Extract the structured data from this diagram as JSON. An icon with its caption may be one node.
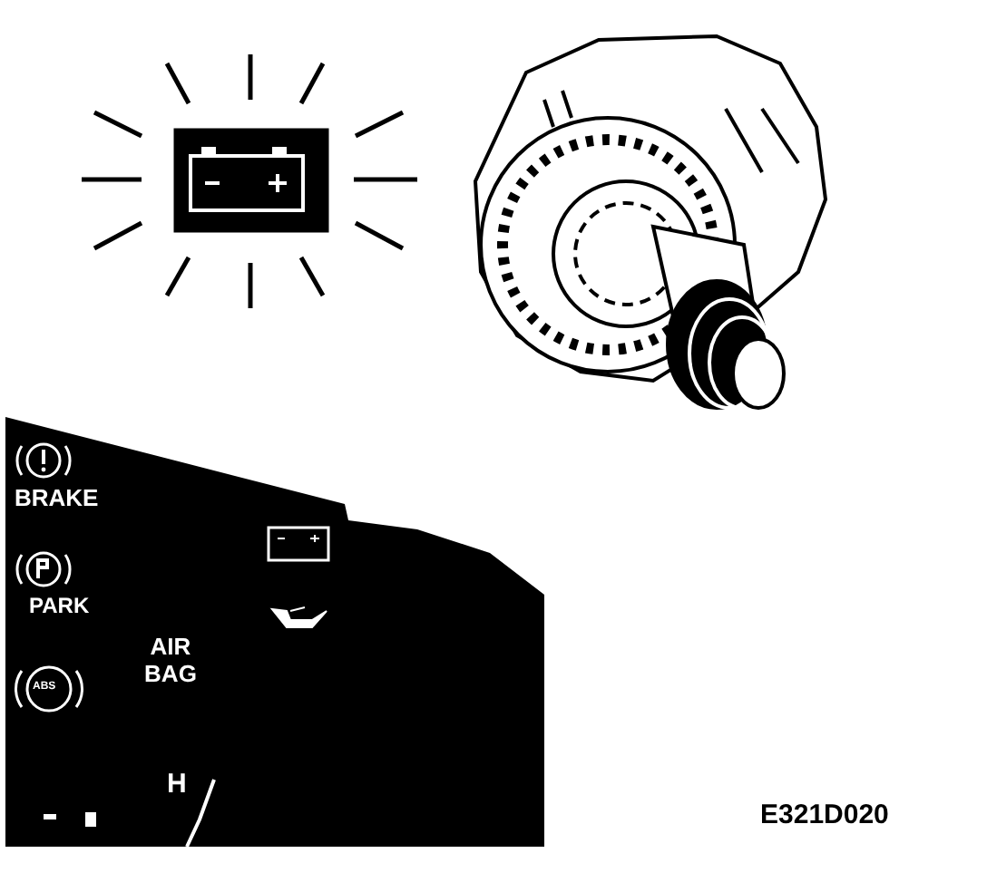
{
  "diagram": {
    "labels": [
      "BRAKE",
      "PARK",
      "AIR BAG",
      "ABS",
      "H",
      "E321D020"
    ]
  }
}
